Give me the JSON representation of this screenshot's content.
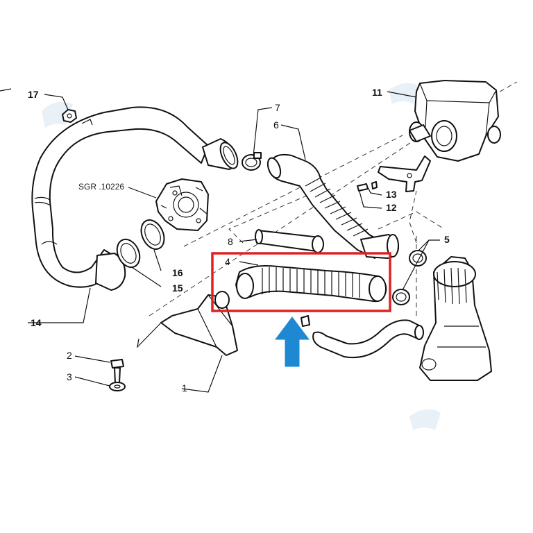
{
  "diagram": {
    "reference_label": "SGR .10226",
    "callouts": [
      {
        "id": "17",
        "text": "17"
      },
      {
        "id": "14",
        "text": "14"
      },
      {
        "id": "16",
        "text": "16"
      },
      {
        "id": "15",
        "text": "15"
      },
      {
        "id": "7",
        "text": "7"
      },
      {
        "id": "6",
        "text": "6"
      },
      {
        "id": "8",
        "text": "8"
      },
      {
        "id": "4",
        "text": "4"
      },
      {
        "id": "11",
        "text": "11"
      },
      {
        "id": "13",
        "text": "13"
      },
      {
        "id": "12",
        "text": "12"
      },
      {
        "id": "5",
        "text": "5"
      },
      {
        "id": "2",
        "text": "2"
      },
      {
        "id": "3",
        "text": "3"
      },
      {
        "id": "1",
        "text": "1"
      }
    ],
    "highlight": {
      "part": "4",
      "color": "#e02020"
    },
    "arrow": {
      "direction": "up",
      "color": "#1e88d2"
    }
  }
}
